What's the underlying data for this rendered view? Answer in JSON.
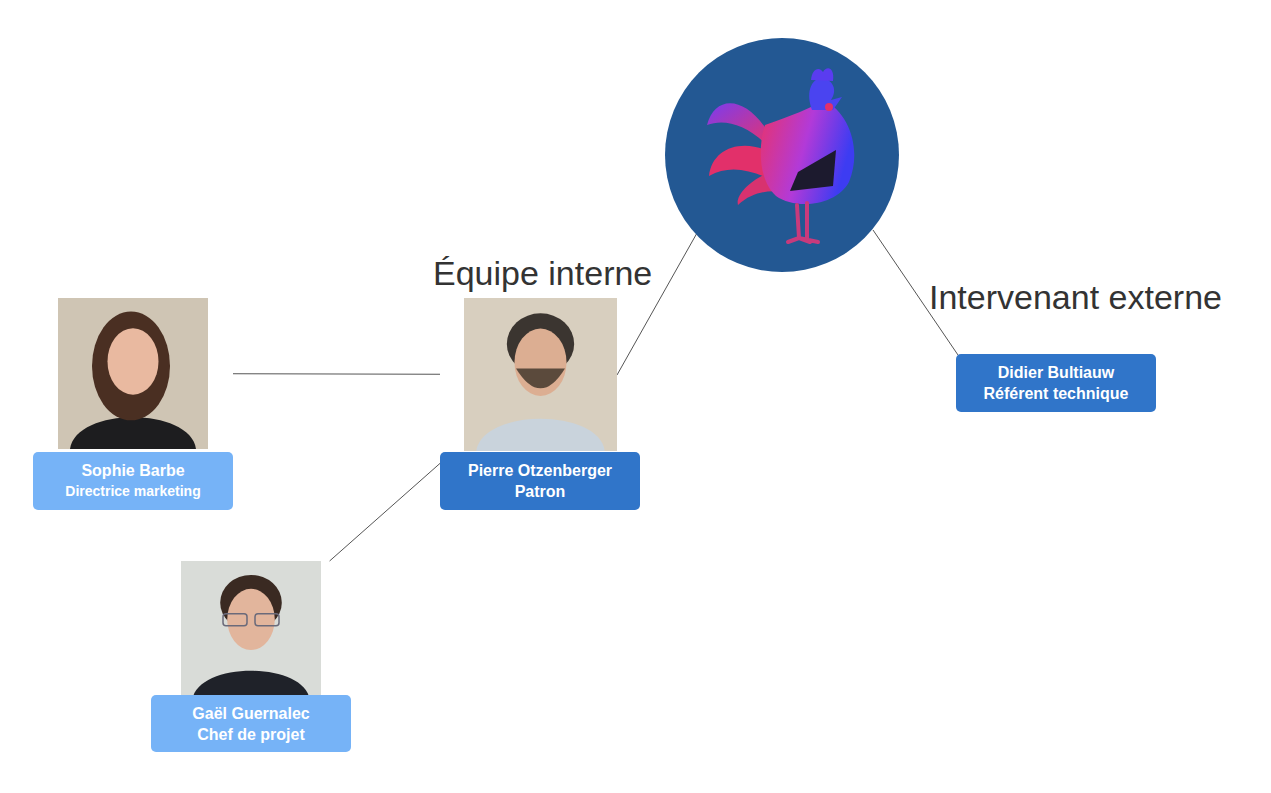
{
  "diagram": {
    "nodes": [
      {
        "text": [
          "Sophie Barbe",
          "Directrice marketing"
        ]
      },
      {
        "text": [
          "Pierre Otzenberger",
          "Patron"
        ]
      },
      {
        "text": [
          "Gaël Guernalec",
          "Chef de projet"
        ]
      },
      {
        "text": [
          "Didier Bultiauw",
          "Référent technique"
        ]
      }
    ],
    "edges": [
      {
        "from": 1,
        "to": 0,
        "arrow": "none"
      },
      {
        "from": 1,
        "to": 2,
        "arrow": "none"
      }
    ],
    "labels": [
      "Équipe interne",
      "Intervenant externe"
    ]
  }
}
